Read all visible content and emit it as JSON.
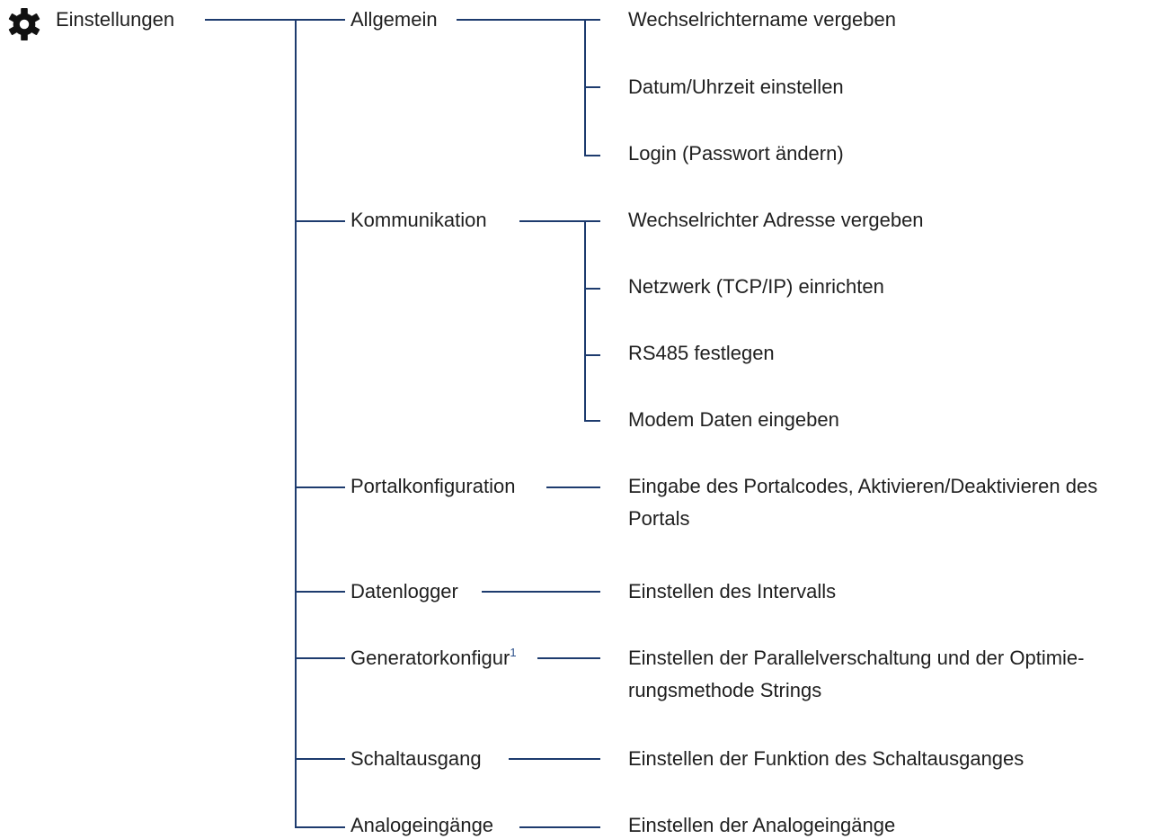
{
  "root": {
    "label": "Einstellungen",
    "icon": "gear-icon"
  },
  "groups": [
    {
      "label": "Allgemein",
      "children": [
        "Wechselrichtername vergeben",
        "Datum/Uhrzeit einstellen",
        "Login (Passwort ändern)"
      ]
    },
    {
      "label": "Kommunikation",
      "children": [
        "Wechselrichter Adresse vergeben",
        "Netzwerk (TCP/IP) einrichten",
        "RS485 festlegen",
        "Modem Daten eingeben"
      ]
    },
    {
      "label": "Portalkonfiguration",
      "description": "Eingabe des Portalcodes, Aktivieren/Deaktivieren des Portals"
    },
    {
      "label": "Datenlogger",
      "description": "Einstellen des Intervalls"
    },
    {
      "label": "Generatorkonfigur",
      "footnote": "1",
      "description": "Einstellen der Parallelverschaltung und der Optimie- rungsmethode Strings"
    },
    {
      "label": "Schaltausgang",
      "description": "Einstellen der Funktion des Schaltausganges"
    },
    {
      "label": "Analogeingänge",
      "description": "Einstellen der Analogeingänge"
    }
  ],
  "colors": {
    "line": "#1d3b6e",
    "text": "#1f1f1f",
    "footnote": "#2a4f8a"
  }
}
